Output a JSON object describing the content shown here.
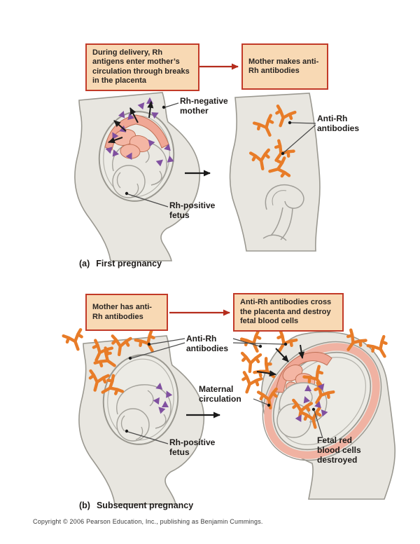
{
  "title": "Rh incompatibility in pregnancy diagram",
  "colors": {
    "background": "#ffffff",
    "box_fill": "#f8d9b4",
    "box_border": "#c23a28",
    "flow_arrow_red": "#b52d1d",
    "body_fill": "#e8e6e0",
    "body_outline": "#9a9890",
    "antibody_orange": "#e87c28",
    "antigen_purple": "#8050a0",
    "placenta_pink": "#f0a795",
    "maternal_ring_pink": "#f0b2a2",
    "label_text": "#1f1c1a"
  },
  "panel_a": {
    "flow_box_left": "During delivery, Rh antigens enter mother’s circulation through breaks in the placenta",
    "flow_box_right": "Mother makes anti-Rh antibodies",
    "labels": {
      "rh_negative_mother": "Rh-negative mother",
      "anti_rh_antibodies": "Anti-Rh antibodies",
      "rh_positive_fetus": "Rh-positive fetus"
    },
    "caption_marker": "(a)",
    "caption_text": "First pregnancy"
  },
  "panel_b": {
    "flow_box_left": "Mother has anti-Rh antibodies",
    "flow_box_right": "Anti-Rh antibodies cross the placenta and destroy fetal blood cells",
    "labels": {
      "anti_rh_antibodies": "Anti-Rh antibodies",
      "maternal_circulation": "Maternal circulation",
      "rh_positive_fetus": "Rh-positive fetus",
      "fetal_red_blood_cells_destroyed": "Fetal red blood cells destroyed"
    },
    "caption_marker": "(b)",
    "caption_text": "Subsequent pregnancy"
  },
  "footer": {
    "copyright": "Copyright © 2006 Pearson Education, Inc., publishing as Benjamin Cummings."
  }
}
